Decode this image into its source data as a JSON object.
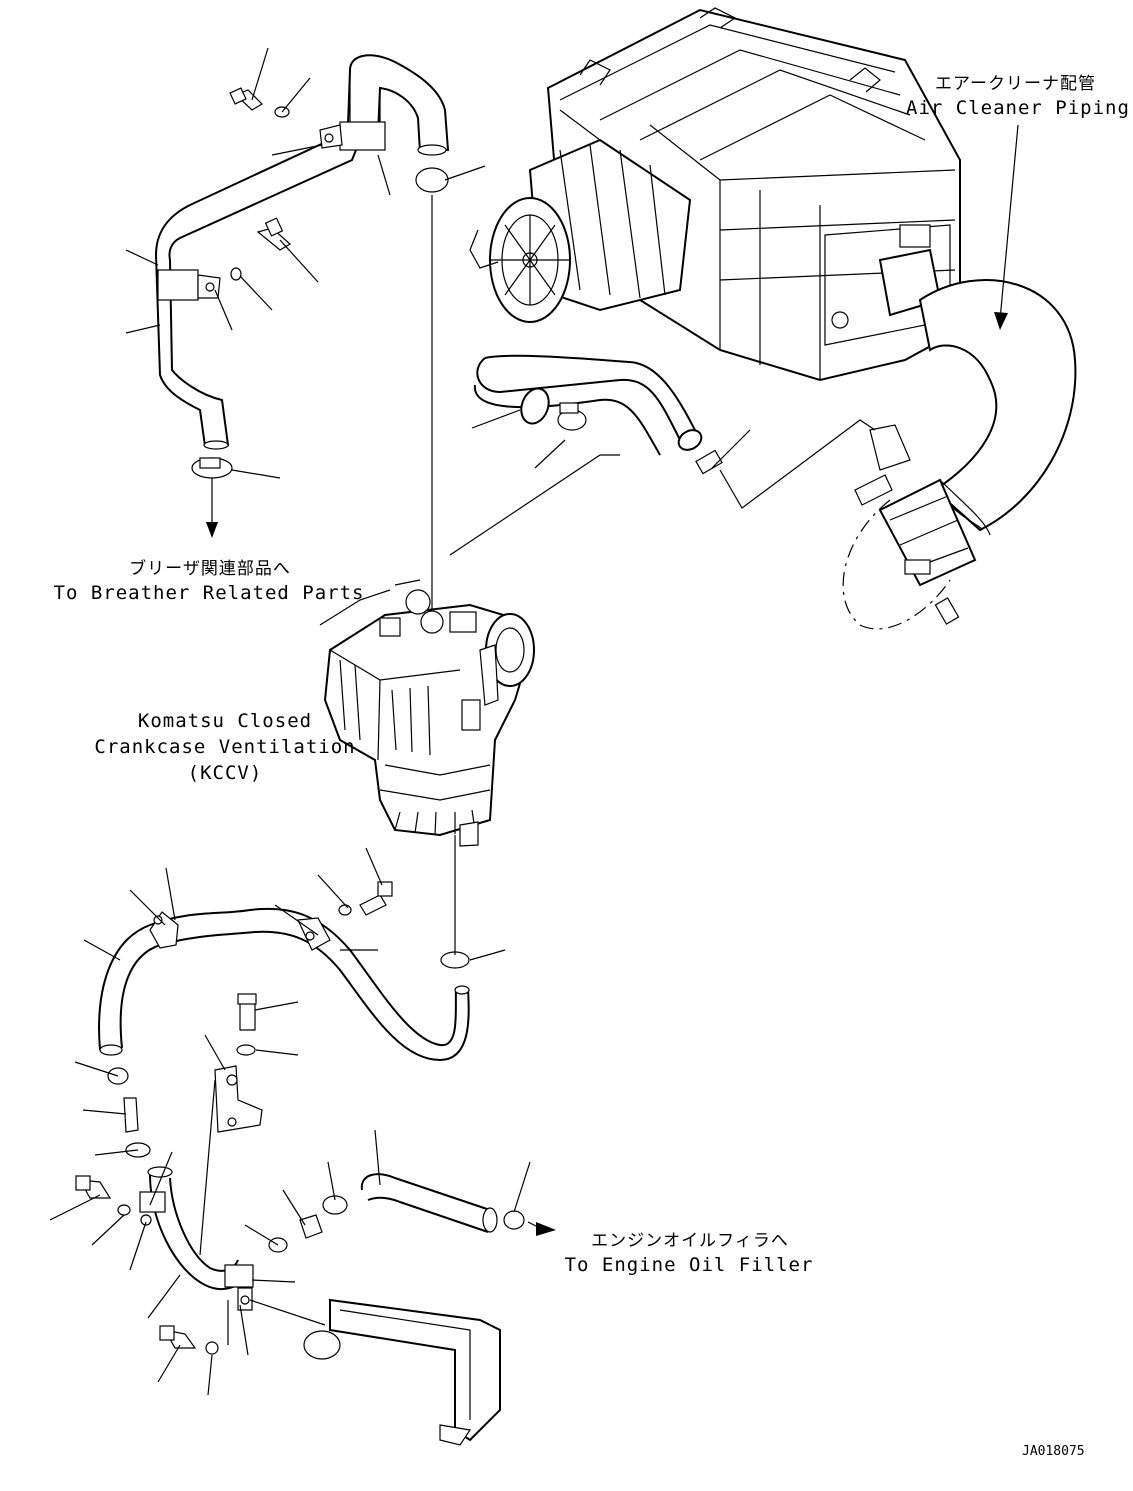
{
  "labels": {
    "air_cleaner_jp": "エアークリーナ配管",
    "air_cleaner_en": "Air Cleaner Piping",
    "breather_jp": "ブリーザ関連部品へ",
    "breather_en": "To Breather Related Parts",
    "kccv_line1": "Komatsu Closed",
    "kccv_line2": "Crankcase Ventilation",
    "kccv_line3": "(KCCV)",
    "oil_filler_jp": "エンジンオイルフィラへ",
    "oil_filler_en": "To Engine Oil Filler",
    "drawing_id": "JA018075"
  }
}
